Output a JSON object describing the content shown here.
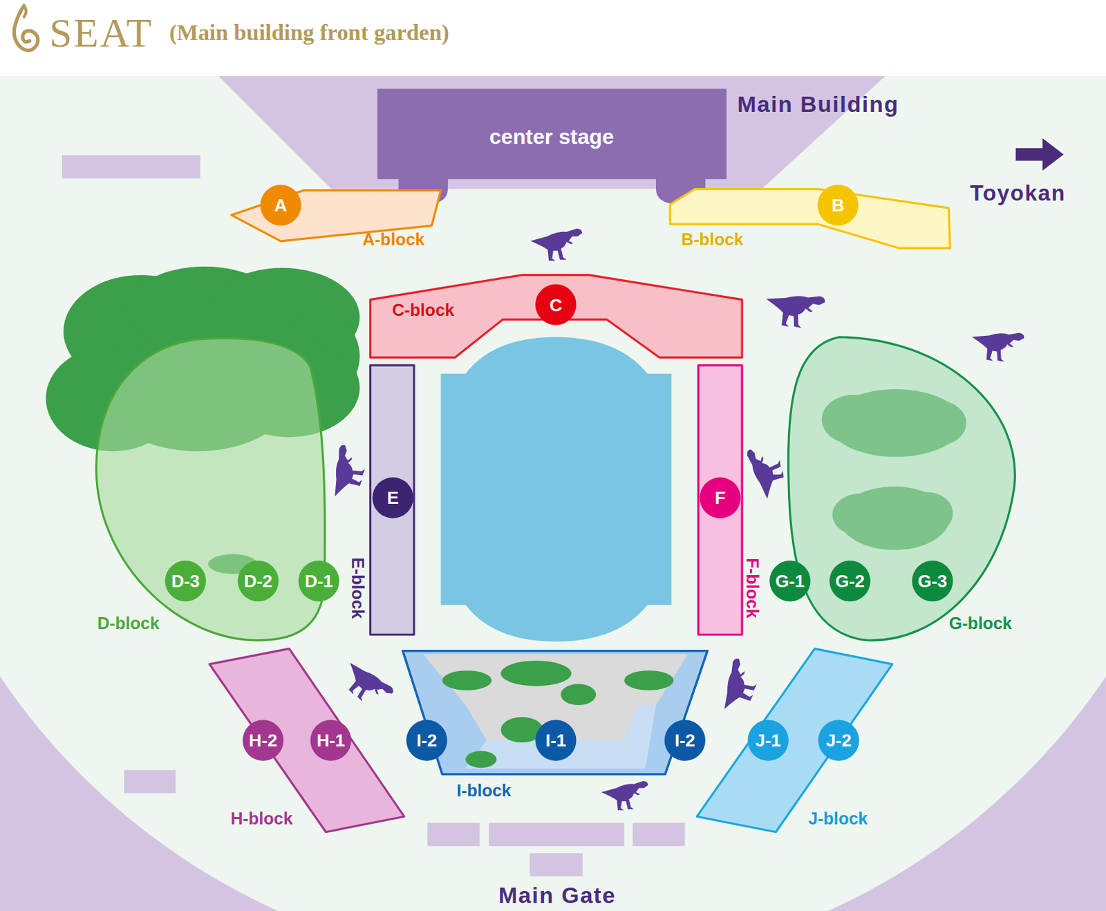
{
  "diagram": {
    "title": "SEAT",
    "nodes": [
      {
        "text": [
          "center stage"
        ]
      },
      {
        "text": [
          "A-block"
        ]
      },
      {
        "text": [
          "A"
        ],
        "in": 1
      },
      {
        "text": [
          "B-block"
        ]
      },
      {
        "text": [
          "B"
        ],
        "in": 3
      },
      {
        "text": [
          "C-block"
        ]
      },
      {
        "text": [
          "C"
        ],
        "in": 5
      },
      {
        "text": [
          "E-block"
        ]
      },
      {
        "text": [
          "E"
        ],
        "in": 7
      },
      {
        "text": [
          "F-block"
        ]
      },
      {
        "text": [
          "F"
        ],
        "in": 9
      },
      {
        "text": [
          "D-block"
        ]
      },
      {
        "text": [
          "D-3"
        ],
        "in": 11
      },
      {
        "text": [
          "D-2"
        ],
        "in": 11
      },
      {
        "text": [
          "D-1"
        ],
        "in": 11
      },
      {
        "text": [
          "G-block"
        ]
      },
      {
        "text": [
          "G-1"
        ],
        "in": 15
      },
      {
        "text": [
          "G-2"
        ],
        "in": 15
      },
      {
        "text": [
          "G-3"
        ],
        "in": 15
      },
      {
        "text": [
          "H-block"
        ]
      },
      {
        "text": [
          "H-2"
        ],
        "in": 19
      },
      {
        "text": [
          "H-1"
        ],
        "in": 19
      },
      {
        "text": [
          "I-block"
        ]
      },
      {
        "text": [
          "I-2"
        ],
        "in": 22
      },
      {
        "text": [
          "I-1"
        ],
        "in": 22
      },
      {
        "text": [
          "I-2"
        ],
        "in": 22
      },
      {
        "text": [
          "J-block"
        ]
      },
      {
        "text": [
          "J-1"
        ],
        "in": 26
      },
      {
        "text": [
          "J-2"
        ],
        "in": 26
      }
    ],
    "labels": [
      "(Main building front garden)",
      "Main Building",
      "Toyokan",
      "Main Gate"
    ]
  }
}
